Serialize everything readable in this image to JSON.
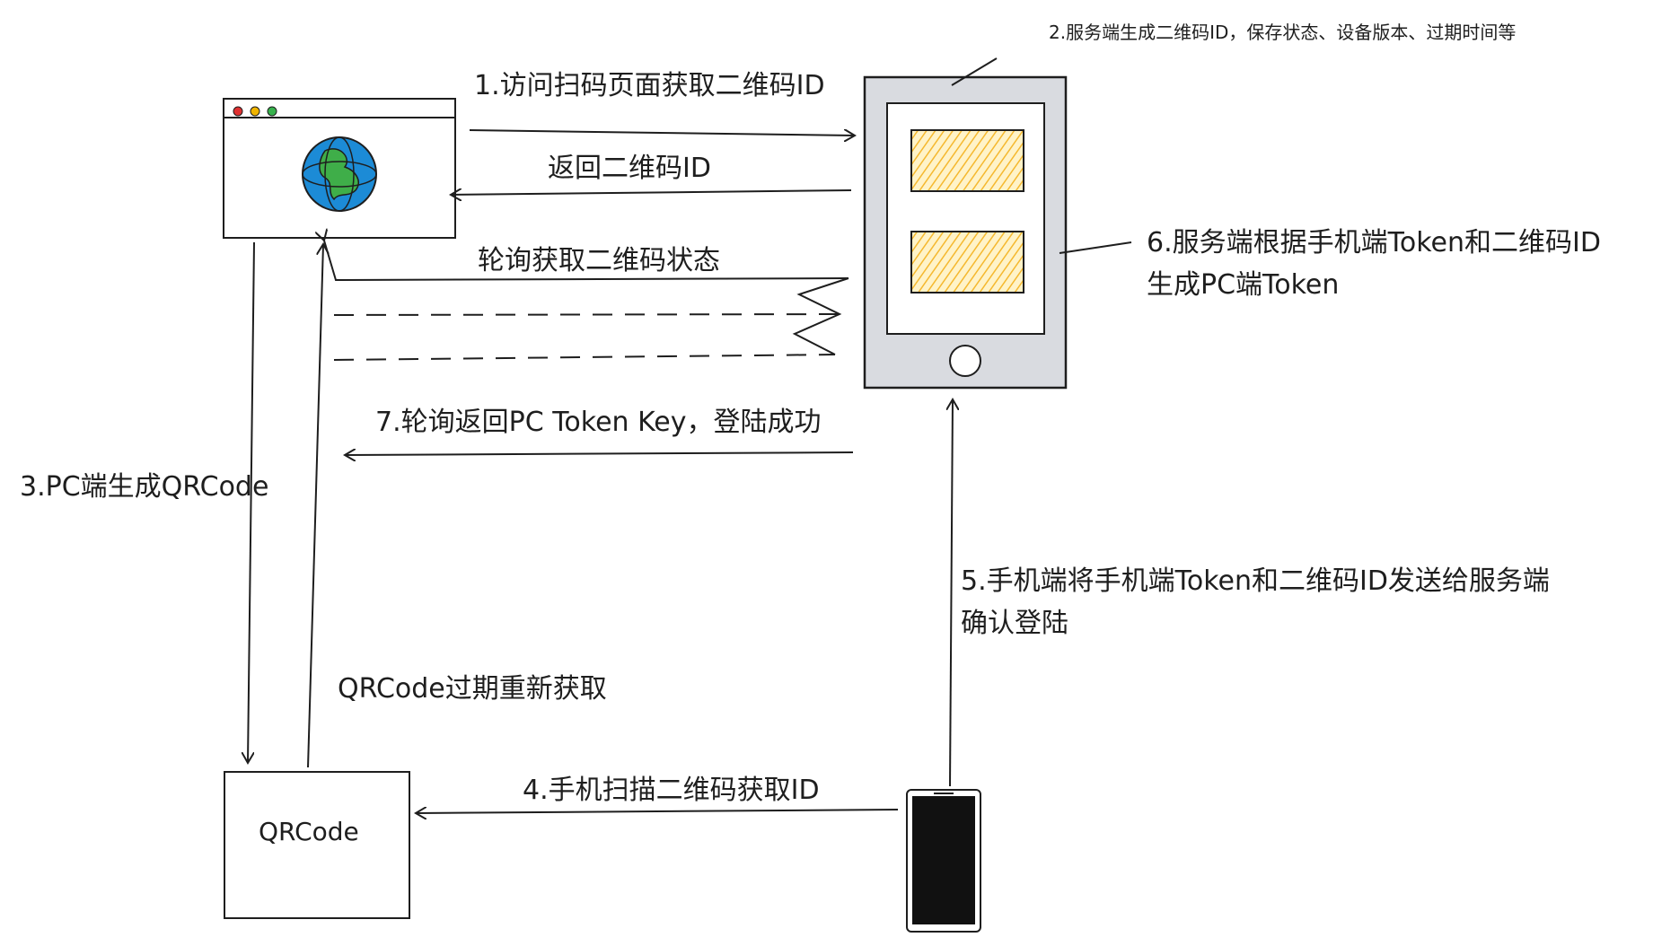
{
  "labels": {
    "step1": "1.访问扫码页面获取二维码ID",
    "step2": "2.服务端生成二维码ID，保存状态、设备版本、过期时间等",
    "return_id": "返回二维码ID",
    "poll_status": "轮询获取二维码状态",
    "step3": "3.PC端生成QRCode",
    "step4": "4.手机扫描二维码获取ID",
    "step5_line1": "5.手机端将手机端Token和二维码ID发送给服务端",
    "step5_line2": "确认登陆",
    "step6_line1": "6.服务端根据手机端Token和二维码ID",
    "step6_line2": "生成PC端Token",
    "step7": "7.轮询返回PC Token Key，登陆成功",
    "qrcode_refresh": "QRCode过期重新获取",
    "qrcode_box": "QRCode"
  },
  "icons": {
    "browser": "browser-window-icon",
    "globe": "globe-icon",
    "server": "tablet-server-icon",
    "phone": "mobile-phone-icon"
  },
  "colors": {
    "stroke": "#1e1e1e",
    "server_body": "#d9dbe0",
    "card_fill": "#f5b82e",
    "globe_ocean": "#1c8bd6",
    "globe_land": "#3fae49",
    "dot_red": "#e03131",
    "dot_yellow": "#f0b400",
    "dot_green": "#37b24d"
  }
}
